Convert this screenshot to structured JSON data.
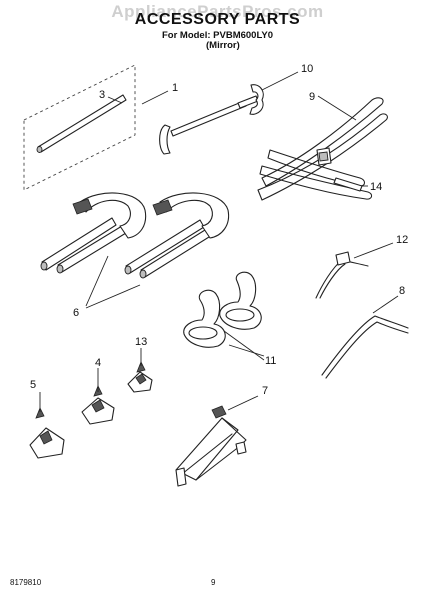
{
  "watermark": "AppliancePartsPros.com",
  "title": "ACCESSORY PARTS",
  "subtitle_model": "For Model: PVBM600LY0",
  "subtitle_variant": "(Mirror)",
  "footer": {
    "doc_number": "8179810",
    "page": "9"
  },
  "callouts": {
    "c1": "1",
    "c3": "3",
    "c4": "4",
    "c5": "5",
    "c6": "6",
    "c7": "7",
    "c8": "8",
    "c9": "9",
    "c10": "10",
    "c11": "11",
    "c12": "12",
    "c13": "13",
    "c14": "14"
  }
}
